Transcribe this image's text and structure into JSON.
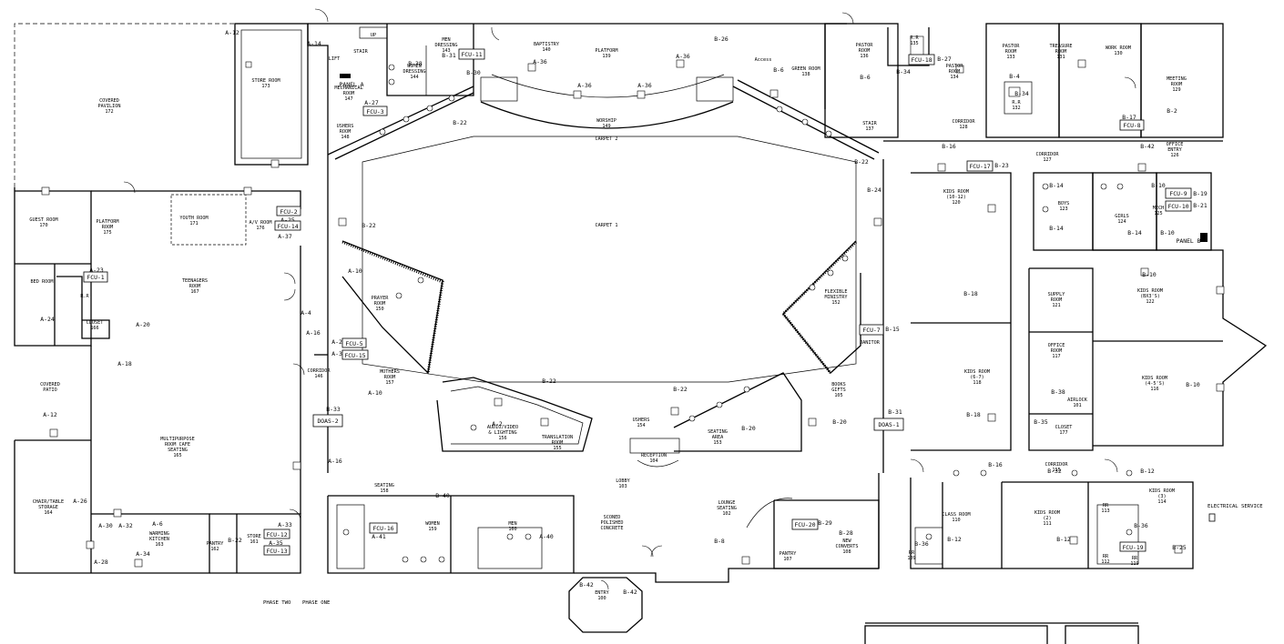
{
  "rooms": [
    {
      "name": "COVERED PAVILION",
      "number": "172"
    },
    {
      "name": "STORE ROOM",
      "number": "173"
    },
    {
      "name": "STAIR",
      "number": ""
    },
    {
      "name": "LIFT",
      "number": ""
    },
    {
      "name": "MECHANICAL ROOM",
      "number": "147"
    },
    {
      "name": "MEN DRESSING",
      "number": "143"
    },
    {
      "name": "WOMEN DRESSING",
      "number": "144"
    },
    {
      "name": "BAPTISTRY",
      "number": "140"
    },
    {
      "name": "PLATFORM",
      "number": "139"
    },
    {
      "name": "GREEN ROOM",
      "number": "138"
    },
    {
      "name": "PASTOR ROOM",
      "number": "136"
    },
    {
      "name": "R.R",
      "number": "135"
    },
    {
      "name": "PASTOR ROOM",
      "number": "134"
    },
    {
      "name": "PASTOR ROOM",
      "number": "133"
    },
    {
      "name": "TREASURE ROOM",
      "number": "131"
    },
    {
      "name": "WORK ROOM",
      "number": "130"
    },
    {
      "name": "MEETING ROOM",
      "number": "129"
    },
    {
      "name": "R.R",
      "number": "132"
    },
    {
      "name": "CORRIDOR",
      "number": "128"
    },
    {
      "name": "STAIR",
      "number": "137"
    },
    {
      "name": "WORSHIP",
      "number": "149"
    },
    {
      "name": "CARPET 2",
      "number": ""
    },
    {
      "name": "USHERS ROOM",
      "number": "148"
    },
    {
      "name": "CARPET 1",
      "number": ""
    },
    {
      "name": "CORRIDOR",
      "number": "127"
    },
    {
      "name": "OFFICE ENTRY",
      "number": "126"
    },
    {
      "name": "KIDS ROOM (10-12)",
      "number": "120"
    },
    {
      "name": "BOYS",
      "number": "123"
    },
    {
      "name": "GIRLS",
      "number": "124"
    },
    {
      "name": "MECH",
      "number": "125"
    },
    {
      "name": "GUEST ROOM",
      "number": "170"
    },
    {
      "name": "PLATFORM ROOM",
      "number": "175"
    },
    {
      "name": "YOUTH ROOM",
      "number": "171"
    },
    {
      "name": "A/V ROOM",
      "number": "176"
    },
    {
      "name": "BED ROOM",
      "number": ""
    },
    {
      "name": "R.R",
      "number": ""
    },
    {
      "name": "CLOSET",
      "number": "166"
    },
    {
      "name": "TEENAGERS ROOM",
      "number": "167"
    },
    {
      "name": "PRAYER ROOM",
      "number": "150"
    },
    {
      "name": "FLEXIBLE MINISTRY",
      "number": "152"
    },
    {
      "name": "SUPPLY ROOM",
      "number": "121"
    },
    {
      "name": "KIDS ROOM (BX3'S)",
      "number": "122"
    },
    {
      "name": "KIDS ROOM (6-7)",
      "number": "118"
    },
    {
      "name": "OFFICE ROOM",
      "number": "117"
    },
    {
      "name": "KIDS ROOM (4-5'S)",
      "number": "116"
    },
    {
      "name": "MOTHERS ROOM",
      "number": "157"
    },
    {
      "name": "CORRIDOR",
      "number": "146"
    },
    {
      "name": "JANITOR",
      "number": ""
    },
    {
      "name": "BOOKS GIFTS",
      "number": "105"
    },
    {
      "name": "COVERED PATIO",
      "number": ""
    },
    {
      "name": "AUDIO/VIDEO & LIGHTING",
      "number": "156"
    },
    {
      "name": "TRANSLATION ROOM",
      "number": "155"
    },
    {
      "name": "USHERS",
      "number": "154"
    },
    {
      "name": "SEATING AREA",
      "number": "153"
    },
    {
      "name": "RECEPTION",
      "number": "104"
    },
    {
      "name": "CLOSET",
      "number": "177"
    },
    {
      "name": "MULTIPURPOSE ROOM CAFE SEATING",
      "number": "165"
    },
    {
      "name": "CORRIDOR",
      "number": "115"
    },
    {
      "name": "LOBBY",
      "number": "103"
    },
    {
      "name": "SEATING",
      "number": "158"
    },
    {
      "name": "CHAIR/TABLE STORAGE",
      "number": "164"
    },
    {
      "name": "WOMEN",
      "number": "159"
    },
    {
      "name": "MEN",
      "number": "160"
    },
    {
      "name": "SCONED POLISHED CONCRETE",
      "number": ""
    },
    {
      "name": "LOUNGE SEATING",
      "number": "102"
    },
    {
      "name": "CLASS ROOM",
      "number": "110"
    },
    {
      "name": "KIDS ROOM (2)",
      "number": "111"
    },
    {
      "name": "KIDS ROOM (3)",
      "number": "114"
    },
    {
      "name": "WARMING KITCHEN",
      "number": "163"
    },
    {
      "name": "PANTRY",
      "number": "162"
    },
    {
      "name": "STORE",
      "number": "161"
    },
    {
      "name": "PANTRY",
      "number": "107"
    },
    {
      "name": "NEW CONVERTS",
      "number": "108"
    },
    {
      "name": "RR",
      "number": "109"
    },
    {
      "name": "RR",
      "number": "113"
    },
    {
      "name": "RR",
      "number": "112"
    },
    {
      "name": "RR",
      "number": "119"
    },
    {
      "name": "AIRLOCK",
      "number": "101"
    },
    {
      "name": "ENTRY",
      "number": "100"
    }
  ],
  "tags": {
    "a12a": "A-12",
    "a14": "A-14",
    "b38": "B-38",
    "b31a": "B-31",
    "b30": "B-30",
    "a36a": "A-36",
    "a36b": "A-36",
    "a36c": "A-36",
    "a36d": "A-36",
    "b26": "B-26",
    "b6a": "B-6",
    "b6b": "B-6",
    "b34a": "B-34",
    "b27": "B-27",
    "b4": "B-4",
    "b34b": "B-34",
    "b2": "B-2",
    "b17": "B-17",
    "b22a": "B-22",
    "a27": "A-27",
    "b16a": "B-16",
    "b23": "B-23",
    "b42a": "B-42",
    "b22b": "B-22",
    "b10a": "B-10",
    "b19": "B-19",
    "b21": "B-21",
    "b14a": "B-14",
    "b14b": "B-14",
    "b14c": "B-14",
    "b10b": "B-10",
    "b24": "B-24",
    "b22c": "B-22",
    "a25": "A-25",
    "a37": "A-37",
    "a10a": "A-10",
    "a23": "A-23",
    "a24": "A-24",
    "a20": "A-20",
    "b18a": "B-18",
    "b10c": "B-10",
    "a4": "A-4",
    "a16a": "A-16",
    "a29": "A-29",
    "a39": "A-39",
    "b15": "B-15",
    "a18": "A-18",
    "a10b": "A-10",
    "b22d": "B-22",
    "b22e": "B-22",
    "b38b": "B-38",
    "b10d": "B-10",
    "b33": "B-33",
    "b31b": "B-31",
    "a12b": "A-12",
    "a2": "A-2",
    "b20a": "B-20",
    "b20b": "B-20",
    "b18b": "B-18",
    "b35": "B-35",
    "a16b": "A-16",
    "b16b": "B-16",
    "b32": "B-32",
    "b12a": "B-12",
    "a26": "A-26",
    "b40": "B-40",
    "a30": "A-30",
    "a32": "A-32",
    "a6": "A-6",
    "a41": "A-41",
    "a40": "A-40",
    "b29": "B-29",
    "b28": "B-28",
    "b8": "B-8",
    "b36a": "B-36",
    "b36b": "B-36",
    "b12b": "B-12",
    "b12c": "B-12",
    "b25": "B-25",
    "a34": "A-34",
    "a28": "A-28",
    "b22f": "B-22",
    "a33": "A-33",
    "a35": "A-35",
    "b42b": "B-42",
    "b42c": "B-42"
  },
  "units": {
    "fcu11": "FCU-11",
    "fcu3": "FCU-3",
    "fcu18": "FCU-18",
    "fcu17": "FCU-17",
    "fcu8": "FCU-8",
    "fcu9": "FCU-9",
    "fcu10": "FCU-10",
    "fcu2": "FCU-2",
    "fcu14": "FCU-14",
    "fcu1": "FCU-1",
    "fcu5": "FCU-5",
    "fcu15": "FCU-15",
    "fcu7": "FCU-7",
    "fcu16": "FCU-16",
    "fcu20": "FCU-20",
    "fcu12": "FCU-12",
    "fcu13": "FCU-13",
    "fcu19": "FCU-19",
    "doas2": "DOAS-2",
    "doas1": "DOAS-1"
  },
  "labels": {
    "panel_a": "PANEL A",
    "panel_b": "PANEL B",
    "up": "UP",
    "access": "Access",
    "electrical_service": "ELECTRICAL SERVICE",
    "phase_two": "PHASE TWO",
    "phase_one": "PHASE ONE"
  }
}
